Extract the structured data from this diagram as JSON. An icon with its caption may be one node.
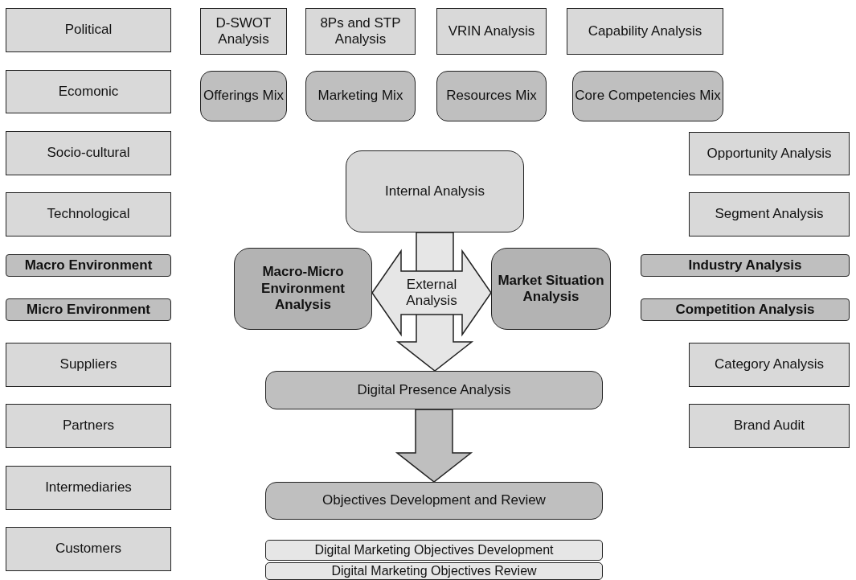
{
  "diagram": {
    "nodes": [
      {
        "text": [
          "Political"
        ]
      },
      {
        "text": [
          "D-SWOT Analysis"
        ]
      },
      {
        "text": [
          "8Ps and STP Analysis"
        ]
      },
      {
        "text": [
          "VRIN Analysis"
        ]
      },
      {
        "text": [
          "Capability Analysis"
        ]
      },
      {
        "text": [
          "Ecomonic"
        ]
      },
      {
        "text": [
          "Offerings Mix"
        ]
      },
      {
        "text": [
          "Marketing Mix"
        ]
      },
      {
        "text": [
          "Resources Mix"
        ]
      },
      {
        "text": [
          "Core Competencies Mix"
        ]
      },
      {
        "text": [
          "Socio-cultural"
        ]
      },
      {
        "text": [
          "Opportunity Analysis"
        ]
      },
      {
        "text": [
          "Internal Analysis"
        ]
      },
      {
        "text": [
          "Technological"
        ]
      },
      {
        "text": [
          "Segment Analysis"
        ]
      },
      {
        "text": [
          "Macro Environment"
        ]
      },
      {
        "text": [
          "Macro-Micro Environment Analysis"
        ]
      },
      {
        "text": [
          "Market Situation Analysis"
        ]
      },
      {
        "text": [
          "Industry Analysis"
        ]
      },
      {
        "text": [
          "Micro Environment"
        ]
      },
      {
        "text": [
          "Competition Analysis"
        ]
      },
      {
        "text": [
          "Suppliers"
        ]
      },
      {
        "text": [
          "Digital Presence Analysis"
        ]
      },
      {
        "text": [
          "Category Analysis"
        ]
      },
      {
        "text": [
          "Partners"
        ]
      },
      {
        "text": [
          "Brand Audit"
        ]
      },
      {
        "text": [
          "Intermediaries"
        ]
      },
      {
        "text": [
          "Objectives Development and Review"
        ]
      },
      {
        "text": [
          "Customers"
        ]
      },
      {
        "text": [
          "Digital Marketing Objectives Development"
        ]
      },
      {
        "text": [
          "Digital Marketing Objectives Review"
        ]
      }
    ],
    "edges": [
      {
        "from": 12,
        "to": 22,
        "arrow": "to",
        "style": "thick"
      },
      {
        "from": 16,
        "to": 17,
        "arrow": "both",
        "label": "External Analysis",
        "style": "thick"
      },
      {
        "from": 22,
        "to": 27,
        "arrow": "to",
        "style": "thick",
        "color": "#bfbfbf"
      }
    ]
  }
}
